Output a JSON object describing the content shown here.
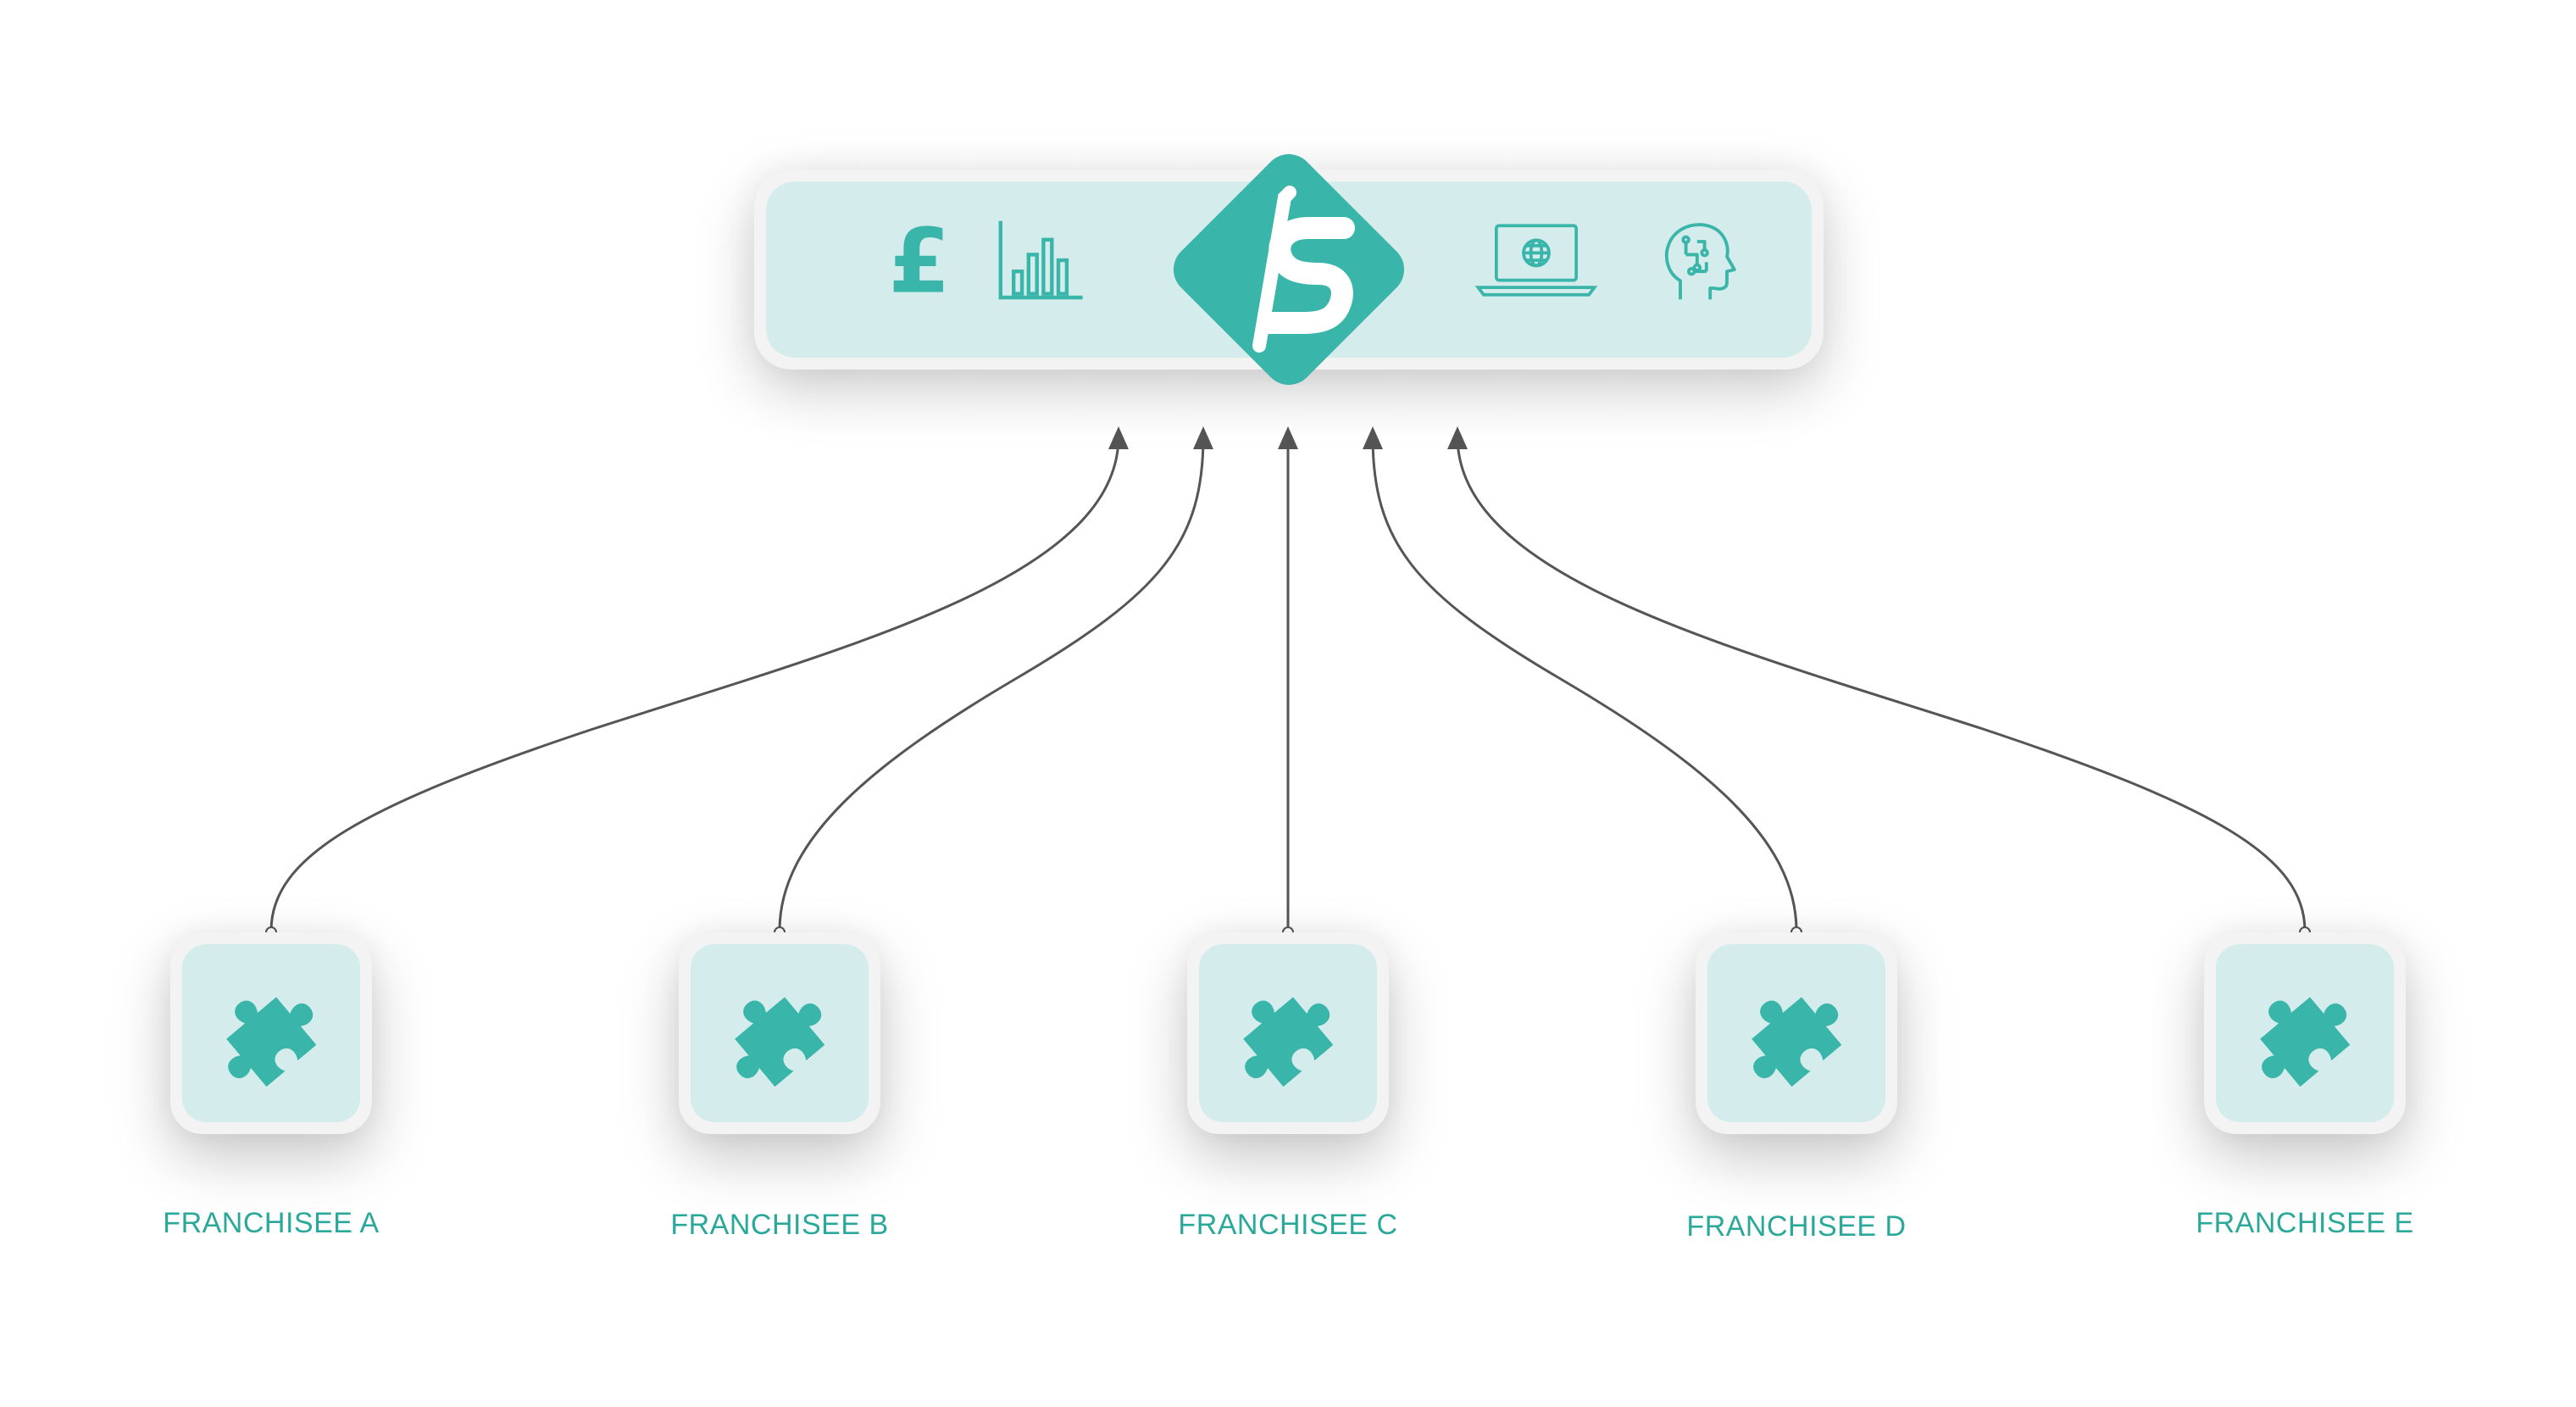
{
  "hub": {
    "icons": [
      "pound-icon",
      "bar-chart-icon",
      "franchise-logo-icon",
      "laptop-globe-icon",
      "brain-circuit-icon"
    ],
    "logo_letter": "S"
  },
  "franchisees": [
    {
      "label": "FRANCHISEE A",
      "icon": "puzzle-piece-icon"
    },
    {
      "label": "FRANCHISEE B",
      "icon": "puzzle-piece-icon"
    },
    {
      "label": "FRANCHISEE C",
      "icon": "puzzle-piece-icon"
    },
    {
      "label": "FRANCHISEE D",
      "icon": "puzzle-piece-icon"
    },
    {
      "label": "FRANCHISEE E",
      "icon": "puzzle-piece-icon"
    }
  ],
  "colors": {
    "accent": "#39b5a9",
    "panel": "#d5ecec",
    "connector": "#555555",
    "label": "#2aa89a"
  }
}
